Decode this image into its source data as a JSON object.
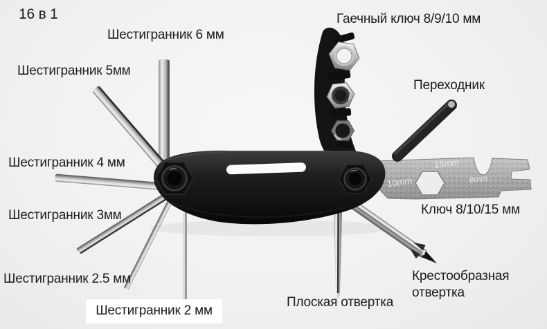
{
  "title": "16 в 1",
  "labels": {
    "hex6": "Шестигранник 6 мм",
    "wrench_sockets": "Гаечный ключ 8/9/10 мм",
    "hex5": "Шестигранник 5мм",
    "adapter": "Переходник",
    "hex4": "Шестигранник 4 мм",
    "hex3": "Шестигранник 3мм",
    "spanner": "Ключ 8/10/15 мм",
    "hex25": "Шестигранник 2.5 мм",
    "hex2": "Шестигранник 2 мм",
    "flat_screwdriver": "Плоская отвертка",
    "phillips_screwdriver": "Крестообразная отвертка"
  },
  "engravings": {
    "left": "10mm",
    "top": "15mm",
    "right": "8mm"
  },
  "colors": {
    "background": "#f0f0f1",
    "text": "#1b1b1d",
    "tool_body": "#161616",
    "metal": "#c9c9cb",
    "label_highlight_bg": "#ffffff"
  }
}
